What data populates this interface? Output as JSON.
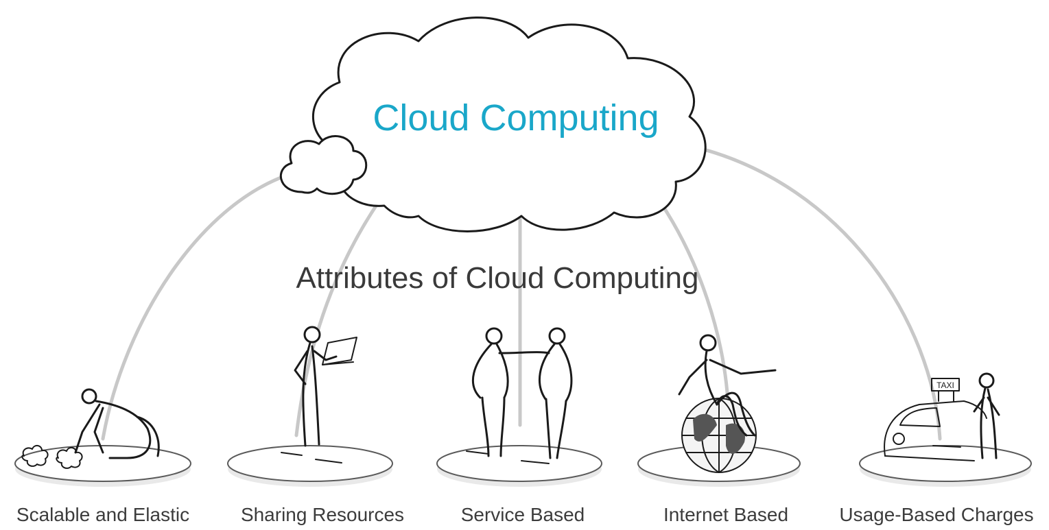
{
  "diagram": {
    "cloud_title": "Cloud Computing",
    "subtitle": "Attributes of Cloud Computing",
    "attributes": [
      {
        "label": "Scalable and Elastic",
        "illustration": "crawling-person-icon"
      },
      {
        "label": "Sharing Resources",
        "illustration": "person-with-laptop-icon"
      },
      {
        "label": "Service Based",
        "illustration": "two-people-icon"
      },
      {
        "label": "Internet Based",
        "illustration": "person-on-globe-icon"
      },
      {
        "label": "Usage-Based Charges",
        "illustration": "taxi-with-person-icon"
      }
    ],
    "colors": {
      "title": "#1aa7c9",
      "connector": "#c8c8c8",
      "ink": "#1a1a1a"
    }
  }
}
